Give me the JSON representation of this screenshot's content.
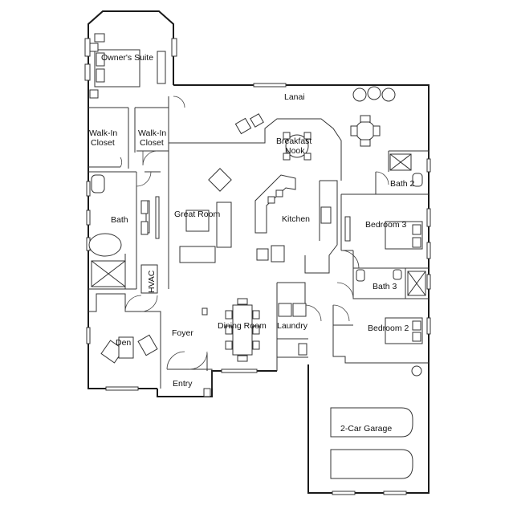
{
  "rooms": {
    "owners_suite": "Owner's Suite",
    "lanai": "Lanai",
    "walkin_closet_a_l1": "Walk-In",
    "walkin_closet_a_l2": "Closet",
    "walkin_closet_b_l1": "Walk-In",
    "walkin_closet_b_l2": "Closet",
    "breakfast_nook_l1": "Breakfast",
    "breakfast_nook_l2": "Nook",
    "bath_2": "Bath 2",
    "great_room": "Great Room",
    "kitchen": "Kitchen",
    "bath": "Bath",
    "bedroom_3": "Bedroom 3",
    "hvac": "HVAC",
    "bath_3": "Bath 3",
    "den": "Den",
    "foyer": "Foyer",
    "dining_room": "Dining Room",
    "laundry": "Laundry",
    "bedroom_2": "Bedroom 2",
    "entry": "Entry",
    "garage": "2-Car Garage"
  }
}
